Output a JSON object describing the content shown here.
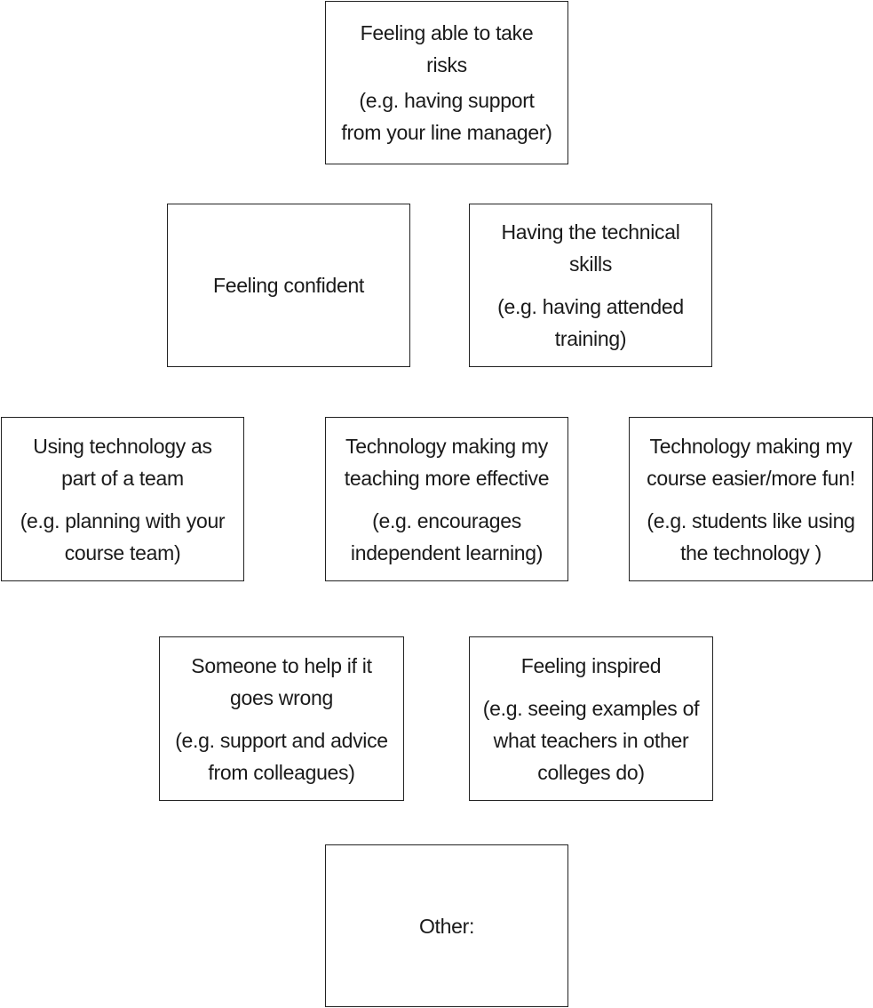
{
  "cards": {
    "risks": {
      "title": "Feeling able to take risks",
      "example": "(e.g. having support from your line manager)"
    },
    "confident": {
      "title": "Feeling confident"
    },
    "technical": {
      "title": "Having the technical skills",
      "example": "(e.g. having attended training)"
    },
    "team": {
      "title": "Using  technology as part of a team",
      "example": "(e.g. planning with your course team)"
    },
    "effective": {
      "title": "Technology making my teaching more effective",
      "example": "(e.g. encourages independent learning)"
    },
    "fun": {
      "title": "Technology making my course easier/more fun!",
      "example": "(e.g. students like using the technology )"
    },
    "help": {
      "title": "Someone to help if it goes wrong",
      "example": "(e.g. support and advice from colleagues)"
    },
    "inspired": {
      "title": "Feeling inspired",
      "example": "(e.g. seeing examples of what teachers  in other colleges do)"
    },
    "other": {
      "title": "Other:"
    }
  },
  "colors": {
    "border": "#222222",
    "text": "#1a1a1a",
    "background": "#ffffff"
  }
}
